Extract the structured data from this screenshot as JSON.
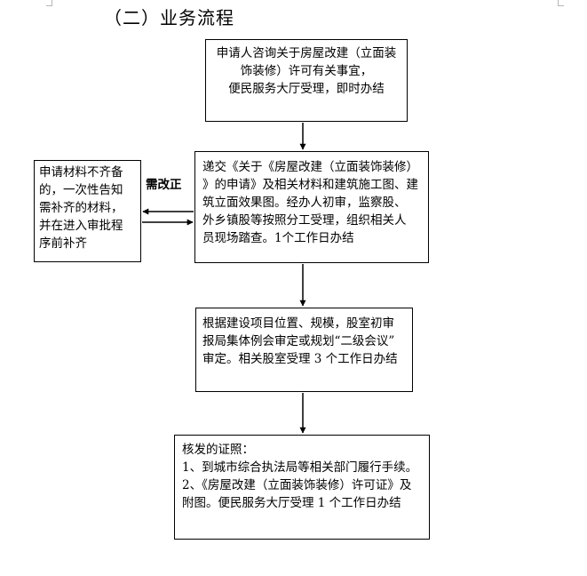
{
  "heading": "（二）业务流程",
  "steps": {
    "consult": {
      "lines": [
        "申请人咨询关于房屋改建（立面装",
        "饰装修）许可有关事宜，",
        "便民服务大厅受理，即时办结"
      ]
    },
    "submit": {
      "lines": [
        "递交《关于《房屋改建（立面装饰装修）",
        "》的申请》及相关材料和建筑施工图、建",
        "筑立面效果图。经办人初审，监察股、",
        "外乡镇股等按照分工受理，组织相关人",
        "员现场踏查。1个工作日办结"
      ]
    },
    "supplement": {
      "lines": [
        "申请材料不齐备",
        "的，一次性告知",
        "需补齐的材料，",
        "并在进入审批程",
        "序前补齐"
      ]
    },
    "review": {
      "lines": [
        "根据建设项目位置、规模，股室初审",
        "报局集体例会审定或规划“二级会议”",
        "审定。相关股室受理 3 个工作日办结"
      ]
    },
    "issue": {
      "lines": [
        "核发的证照：",
        "1、到城市综合执法局等相关部门履行手续。",
        "2、《房屋改建（立面装饰装修）许可证》及",
        "附图。便民服务大厅受理 1 个工作日办结"
      ]
    }
  },
  "correction_label": "需改正"
}
